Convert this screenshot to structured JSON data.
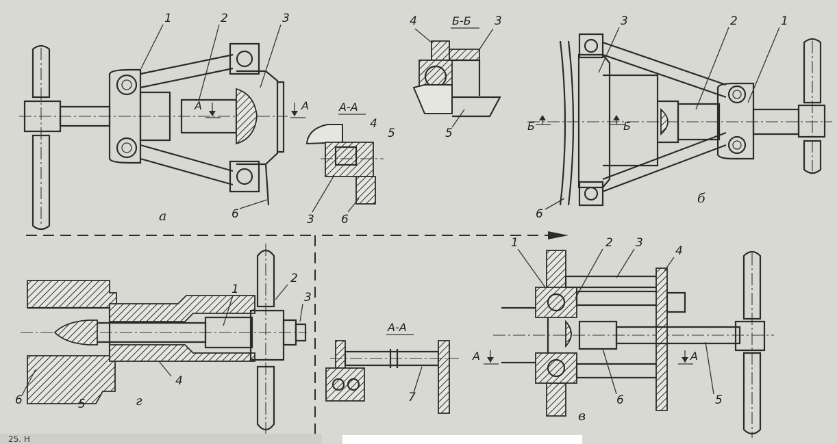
{
  "views": {
    "a": {
      "caption": "а",
      "labels": [
        "1",
        "2",
        "3",
        "6"
      ],
      "section_mark": "A",
      "section_title": "А-А",
      "section_labels": [
        "4",
        "5",
        "3",
        "6"
      ]
    },
    "b": {
      "caption": "б",
      "labels": [
        "3",
        "2",
        "1",
        "6"
      ],
      "section_mark": "Б",
      "section_title": "Б-Б",
      "section_labels": [
        "4",
        "3",
        "5"
      ]
    },
    "g": {
      "caption": "г",
      "labels": [
        "1",
        "2",
        "3",
        "4",
        "5",
        "6"
      ]
    },
    "v": {
      "caption": "в",
      "labels": [
        "1",
        "2",
        "3",
        "4",
        "5",
        "6"
      ],
      "section_mark": "A",
      "section_title": "А-А",
      "section_labels": [
        "7"
      ]
    }
  },
  "footer_fragment": "25. Н"
}
